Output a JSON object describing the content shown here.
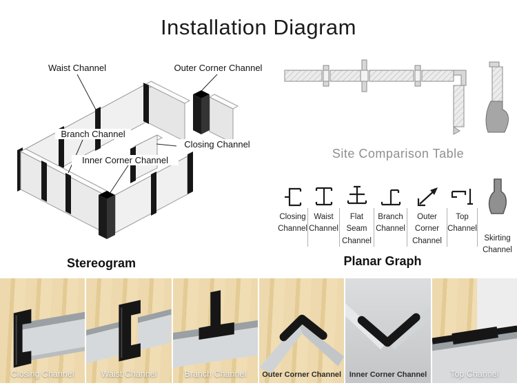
{
  "title": "Installation Diagram",
  "stereogram": {
    "section_label": "Stereogram",
    "callouts": [
      {
        "label": "Waist Channel"
      },
      {
        "label": "Outer Corner Channel"
      },
      {
        "label": "Branch Channel"
      },
      {
        "label": "Closing Channel"
      },
      {
        "label": "Inner Corner Channel"
      }
    ]
  },
  "planar": {
    "comparison_title": "Site Comparison Table",
    "section_label": "Planar Graph",
    "profiles": [
      {
        "label": "Closing Channel"
      },
      {
        "label": "Waist Channel"
      },
      {
        "label": "Flat Seam Channel"
      },
      {
        "label": "Branch Channel"
      },
      {
        "label": "Outer Corner Channel"
      },
      {
        "label": "Top Channel"
      },
      {
        "label": "Skirting Channel"
      }
    ]
  },
  "gallery": {
    "items": [
      {
        "caption": "Closing Channel"
      },
      {
        "caption": "Waist Channel"
      },
      {
        "caption": "Branch Channel"
      },
      {
        "caption": "Outer Corner Channel"
      },
      {
        "caption": "Inner Corner Channel"
      },
      {
        "caption": "Top Channel"
      }
    ]
  },
  "colors": {
    "profile_black": "#161616",
    "panel_gray": "#d6d9db",
    "wood_tan": "#ead6a4",
    "muted_text": "#8f8f8f"
  }
}
